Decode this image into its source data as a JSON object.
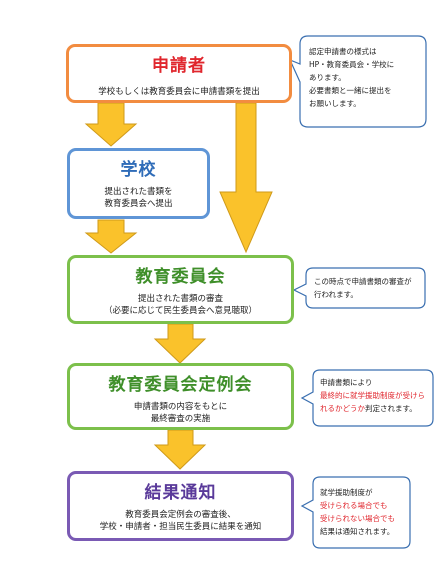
{
  "colors": {
    "applicant": "#f28c40",
    "school": "#5f95d6",
    "green": "#7cc04b",
    "purple": "#7a5ab4",
    "arrow_fill": "#fac22b",
    "arrow_stroke": "#cf9a1a",
    "callout_stroke": "#3a6fb0",
    "highlight": "#e0262d"
  },
  "boxes": {
    "applicant": {
      "title": "申請者",
      "lines": [
        "学校もしくは教育委員会に申請書類を提出"
      ]
    },
    "school": {
      "title": "学校",
      "lines": [
        "提出された書類を",
        "教育委員会へ提出"
      ]
    },
    "board": {
      "title": "教育委員会",
      "lines": [
        "提出された書類の審査",
        "（必要に応じて民生委員会へ意見聴取）"
      ]
    },
    "meeting": {
      "title": "教育委員会定例会",
      "lines": [
        "申請書類の内容をもとに",
        "最終審査の実施"
      ]
    },
    "result": {
      "title": "結果通知",
      "lines": [
        "教育委員会定例会の審査後、",
        "学校・申請者・担当民生委員に結果を通知"
      ]
    }
  },
  "callouts": {
    "c1": {
      "lines": [
        "認定申請書の様式は",
        "HP・教育委員会・学校に",
        "あります。",
        "必要書類と一緒に提出を",
        "お願いします。"
      ]
    },
    "c2": {
      "lines": [
        "この時点で申請書類の審査が",
        "行われます。"
      ]
    },
    "c3": {
      "line1": "申請書類により",
      "red1": "最終的に就学援助制度が受けら",
      "red2": "れるかどうか",
      "tail": "判定されます。"
    },
    "c4": {
      "line1": "就学援助制度が",
      "red1": "受けられる場合でも",
      "red2": "受けられない場合でも",
      "tail": "結果は通知されます。"
    }
  }
}
